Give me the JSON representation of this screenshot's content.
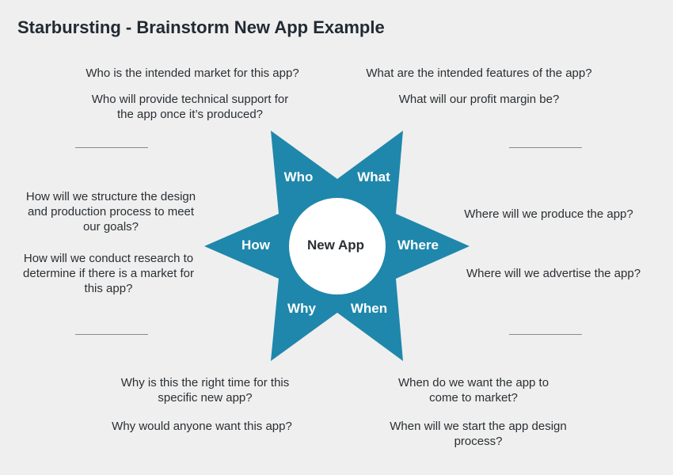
{
  "title": "Starbursting - Brainstorm New App Example",
  "colors": {
    "star": "#1f87ab",
    "background": "#efefef",
    "text": "#2b2f33"
  },
  "star": {
    "center": "New App",
    "points": {
      "who": "Who",
      "what": "What",
      "where": "Where",
      "when": "When",
      "why": "Why",
      "how": "How"
    }
  },
  "questions": {
    "who": [
      "Who is the intended market for this app?",
      "Who will provide technical support for\nthe app once it’s produced?"
    ],
    "what": [
      "What are the intended features of the app?",
      "What will our profit margin be?"
    ],
    "where": [
      "Where will we produce the app?",
      "Where will we advertise the app?"
    ],
    "when": [
      "When do we want the app to\ncome to market?",
      "When will we start the app design\nprocess?"
    ],
    "why": [
      "Why is this the right time for this\nspecific new app?",
      "Why would anyone want this app?"
    ],
    "how": [
      "How will we structure the design\nand production process to meet\nour goals?",
      "How will we conduct research to\ndetermine if there is a market for\nthis app?"
    ]
  }
}
